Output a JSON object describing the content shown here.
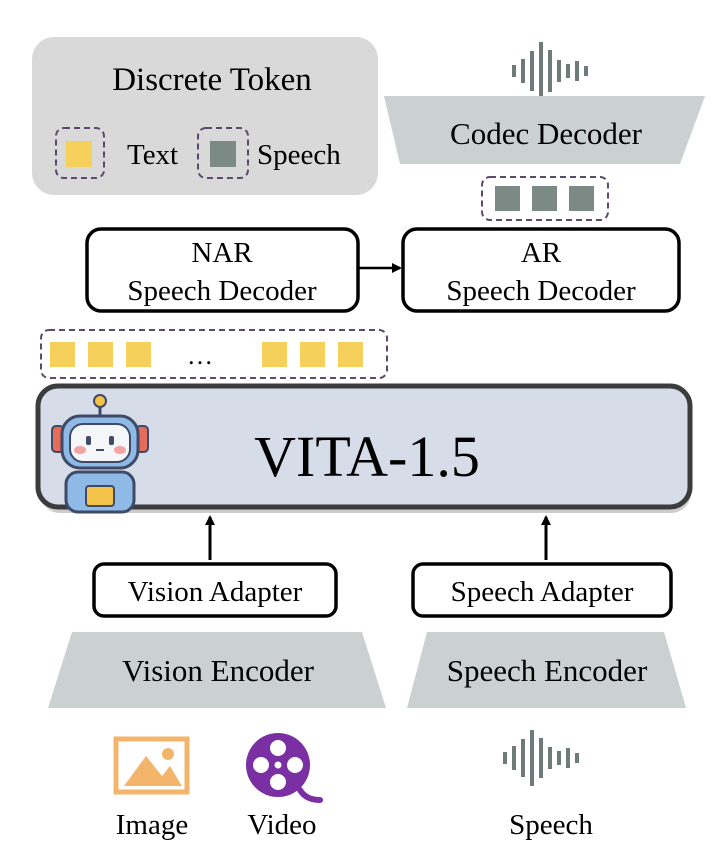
{
  "legend": {
    "title": "Discrete Token",
    "text_label": "Text",
    "speech_label": "Speech"
  },
  "codec_decoder": {
    "label": "Codec Decoder"
  },
  "nar_decoder": {
    "line1": "NAR",
    "line2": "Speech Decoder"
  },
  "ar_decoder": {
    "line1": "AR",
    "line2": "Speech Decoder"
  },
  "text_tokens": {
    "ellipsis": "…"
  },
  "llm": {
    "label": "VITA-1.5"
  },
  "vision_adapter": {
    "label": "Vision Adapter"
  },
  "speech_adapter": {
    "label": "Speech Adapter"
  },
  "vision_encoder": {
    "label": "Vision Encoder"
  },
  "speech_encoder": {
    "label": "Speech Encoder"
  },
  "inputs": {
    "image_label": "Image",
    "video_label": "Video",
    "speech_label": "Speech"
  },
  "colors": {
    "text_token": "#F5D05A",
    "speech_token": "#7C8A86",
    "legend_bg": "#D9D9D9",
    "encoder_fill": "#CBD1D1",
    "llm_fill": "#D6DCE8",
    "image_icon": "#F2B56B",
    "video_icon": "#7A2FA3",
    "dash": "#5A4A6E"
  }
}
